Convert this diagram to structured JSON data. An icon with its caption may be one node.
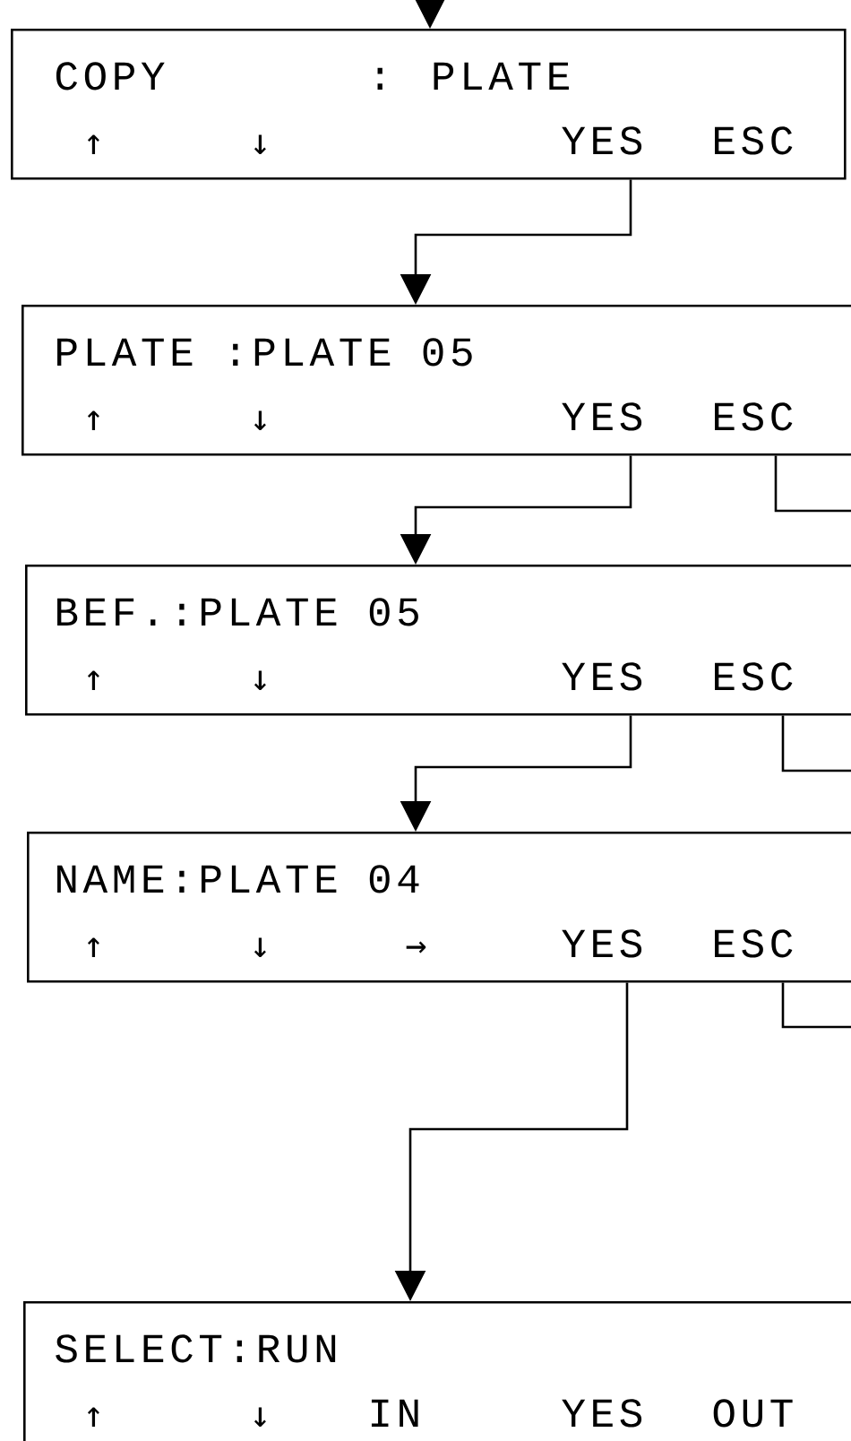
{
  "diagram": {
    "nodes": [
      {
        "text": [
          "COPY",
          ": PLATE",
          "↑",
          "↓",
          "YES",
          "ESC"
        ]
      },
      {
        "text": [
          "PLATE :PLATE 05",
          "↑",
          "↓",
          "YES",
          "ESC"
        ]
      },
      {
        "text": [
          "BEF.:PLATE 05",
          "↑",
          "↓",
          "YES",
          "ESC"
        ]
      },
      {
        "text": [
          "NAME:PLATE 04",
          "↑",
          "↓",
          "→",
          "YES",
          "ESC"
        ]
      },
      {
        "text": [
          "SELECT:RUN",
          "↑",
          "↓",
          "IN",
          "YES",
          "OUT"
        ]
      }
    ],
    "edges": [
      {
        "from": null,
        "to": 0,
        "arrow": "to"
      },
      {
        "from": 0,
        "to": 1,
        "arrow": "to"
      },
      {
        "from": 1,
        "to": 2,
        "arrow": "to"
      },
      {
        "from": 2,
        "to": 3,
        "arrow": "to"
      },
      {
        "from": 3,
        "to": 4,
        "arrow": "to"
      },
      {
        "from": 1,
        "to": null,
        "arrow": "none"
      },
      {
        "from": 2,
        "to": null,
        "arrow": "none"
      },
      {
        "from": 3,
        "to": null,
        "arrow": "none"
      }
    ]
  }
}
